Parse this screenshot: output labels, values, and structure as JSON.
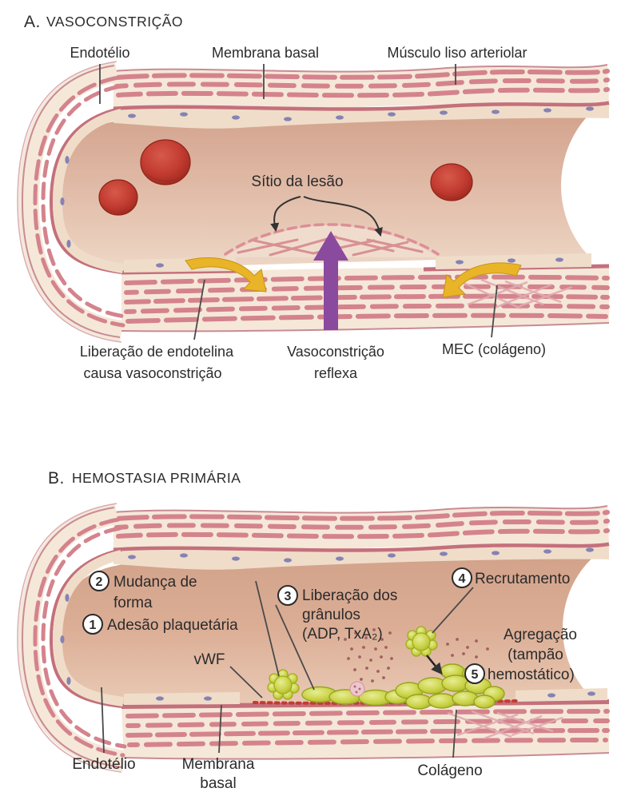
{
  "figure": {
    "panel_a": {
      "title_letter": "A.",
      "title_text": "VASOCONSTRIÇÃO",
      "labels": {
        "endothelium": "Endotélio",
        "basal_membrane": "Membrana basal",
        "smooth_muscle": "Músculo liso arteriolar",
        "injury_site": "Sítio da lesão",
        "endothelin_line1": "Liberação de endotelina",
        "endothelin_line2": "causa vasoconstrição",
        "reflex_line1": "Vasoconstrição",
        "reflex_line2": "reflexa",
        "mec": "MEC (colágeno)"
      }
    },
    "panel_b": {
      "title_letter": "B.",
      "title_text": "HEMOSTASIA PRIMÁRIA",
      "steps": [
        {
          "num": "1",
          "line1": "Adesão plaquetária"
        },
        {
          "num": "2",
          "line1": "Mudança de",
          "line2": "forma"
        },
        {
          "num": "3",
          "line1": "Liberação dos",
          "line2": "grânulos",
          "line3": "(ADP, TxA₂)"
        },
        {
          "num": "4",
          "line1": "Recrutamento"
        },
        {
          "num": "5",
          "line1": "Agregação",
          "line2": "(tampão",
          "line3": "hemostático)"
        }
      ],
      "labels": {
        "vwf": "vWF",
        "endothelium": "Endotélio",
        "basal_membrane_line1": "Membrana",
        "basal_membrane_line2": "basal",
        "collagen": "Colágeno"
      }
    },
    "colors": {
      "vessel_strip": "#d4838c",
      "wall_cream": "#f5e8d9",
      "membrane": "#c4707c",
      "lumen": "#ddb29e",
      "rbc": "#c23b31",
      "platelet": "#cbd348",
      "arrow_purple": "#8a4a9e",
      "arrow_yellow": "#e9b427",
      "text": "#2b2b2b"
    }
  }
}
